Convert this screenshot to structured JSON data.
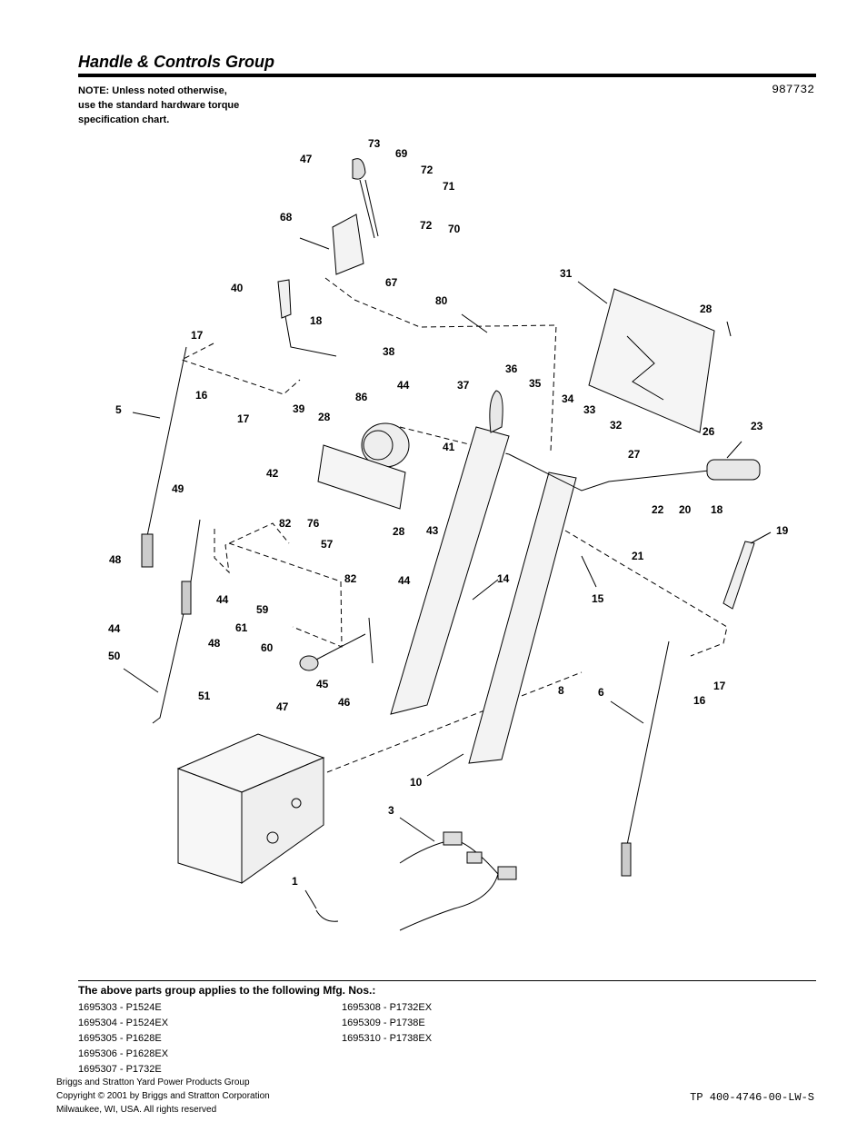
{
  "header": {
    "title": "Handle & Controls Group",
    "note_lines": [
      "NOTE: Unless noted otherwise,",
      "use the standard hardware torque",
      "specification chart."
    ],
    "diagram_number": "987732"
  },
  "callouts": [
    "47",
    "73",
    "69",
    "72",
    "71",
    "68",
    "72",
    "70",
    "67",
    "40",
    "18",
    "80",
    "31",
    "28",
    "17",
    "38",
    "16",
    "44",
    "37",
    "36",
    "35",
    "34",
    "33",
    "5",
    "39",
    "86",
    "28",
    "17",
    "41",
    "32",
    "27",
    "26",
    "23",
    "42",
    "49",
    "82",
    "76",
    "28",
    "43",
    "22",
    "20",
    "18",
    "19",
    "57",
    "48",
    "82",
    "44",
    "44",
    "21",
    "14",
    "15",
    "61",
    "59",
    "60",
    "44",
    "48",
    "50",
    "45",
    "47",
    "46",
    "51",
    "8",
    "6",
    "16",
    "17",
    "10",
    "3",
    "1"
  ],
  "applies": {
    "heading": "The above parts group applies to the following Mfg. Nos.:",
    "col1": [
      "1695303 - P1524E",
      "1695304 - P1524EX",
      "1695305 - P1628E",
      "1695306 - P1628EX",
      "1695307 - P1732E"
    ],
    "col2": [
      "1695308 - P1732EX",
      "1695309 - P1738E",
      "1695310 - P1738EX"
    ]
  },
  "footer": {
    "lines": [
      "Briggs and Stratton Yard Power Products Group",
      "Copyright ©  2001 by Briggs and Stratton Corporation",
      "Milwaukee, WI, USA. All rights reserved"
    ],
    "tp_number": "TP 400-4746-00-LW-S"
  }
}
